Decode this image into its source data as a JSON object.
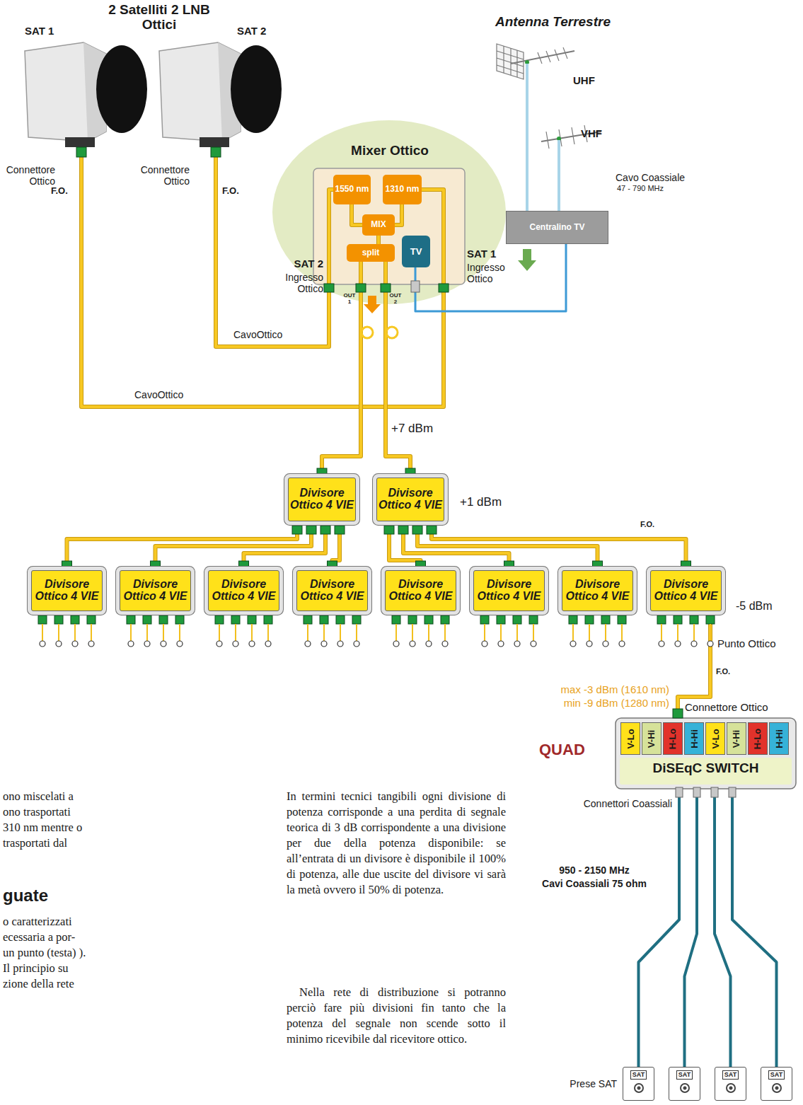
{
  "diagram": {
    "nodes": [
      {
        "text": [
          "SAT 1"
        ]
      },
      {
        "text": [
          "SAT 2"
        ]
      },
      {
        "text": [
          "Mixer Ottico"
        ]
      },
      {
        "text": [
          "1550 nm"
        ],
        "in": 2
      },
      {
        "text": [
          "1310 nm"
        ],
        "in": 2
      },
      {
        "text": [
          "MIX"
        ],
        "in": 2
      },
      {
        "text": [
          "split"
        ],
        "in": 2
      },
      {
        "text": [
          "TV"
        ],
        "in": 2
      },
      {
        "text": [
          "UHF"
        ]
      },
      {
        "text": [
          "VHF"
        ]
      },
      {
        "text": [
          "Centralino TV"
        ]
      },
      {
        "text": [
          "Divisore Ottico 4 VIE"
        ]
      },
      {
        "text": [
          "Divisore Ottico 4 VIE"
        ]
      },
      {
        "text": [
          "Divisore Ottico 4 VIE"
        ]
      },
      {
        "text": [
          "Divisore Ottico 4 VIE"
        ]
      },
      {
        "text": [
          "Divisore Ottico 4 VIE"
        ]
      },
      {
        "text": [
          "Divisore Ottico 4 VIE"
        ]
      },
      {
        "text": [
          "Divisore Ottico 4 VIE"
        ]
      },
      {
        "text": [
          "Divisore Ottico 4 VIE"
        ]
      },
      {
        "text": [
          "Divisore Ottico 4 VIE"
        ]
      },
      {
        "text": [
          "Divisore Ottico 4 VIE"
        ]
      },
      {
        "text": [
          "QUAD",
          "DiSEqC SWITCH"
        ]
      },
      {
        "text": [
          "V-Lo"
        ],
        "in": 21
      },
      {
        "text": [
          "V-Hi"
        ],
        "in": 21
      },
      {
        "text": [
          "H-Lo"
        ],
        "in": 21
      },
      {
        "text": [
          "H-Hi"
        ],
        "in": 21
      },
      {
        "text": [
          "V-Lo"
        ],
        "in": 21
      },
      {
        "text": [
          "V-Hi"
        ],
        "in": 21
      },
      {
        "text": [
          "H-Lo"
        ],
        "in": 21
      },
      {
        "text": [
          "H-Hi"
        ],
        "in": 21
      },
      {
        "text": [
          "SAT"
        ]
      },
      {
        "text": [
          "SAT"
        ]
      },
      {
        "text": [
          "SAT"
        ]
      },
      {
        "text": [
          "SAT"
        ]
      }
    ],
    "edges": [
      {
        "from": 1,
        "to": 3,
        "arrow": "none"
      },
      {
        "from": 0,
        "to": 4,
        "arrow": "none"
      },
      {
        "from": 3,
        "to": 5,
        "arrow": "none"
      },
      {
        "from": 4,
        "to": 5,
        "arrow": "none"
      },
      {
        "from": 5,
        "to": 6,
        "arrow": "none"
      },
      {
        "from": 8,
        "to": 10,
        "arrow": "none"
      },
      {
        "from": 9,
        "to": 10,
        "arrow": "none"
      },
      {
        "from": 10,
        "to": 7,
        "arrow": "none"
      },
      {
        "from": 6,
        "to": 11,
        "arrow": "none"
      },
      {
        "from": 6,
        "to": 12,
        "label": "+7 dBm",
        "arrow": "none"
      },
      {
        "from": 11,
        "to": 13,
        "arrow": "none"
      },
      {
        "from": 11,
        "to": 14,
        "arrow": "none"
      },
      {
        "from": 11,
        "to": 15,
        "arrow": "none"
      },
      {
        "from": 11,
        "to": 16,
        "arrow": "none"
      },
      {
        "from": 12,
        "to": 17,
        "arrow": "none"
      },
      {
        "from": 12,
        "to": 18,
        "arrow": "none"
      },
      {
        "from": 12,
        "to": 19,
        "arrow": "none"
      },
      {
        "from": 12,
        "to": 20,
        "arrow": "none"
      },
      {
        "from": 20,
        "to": 21,
        "arrow": "none"
      },
      {
        "from": 21,
        "to": 30,
        "arrow": "none"
      },
      {
        "from": 21,
        "to": 31,
        "arrow": "none"
      },
      {
        "from": 21,
        "to": 32,
        "arrow": "none"
      },
      {
        "from": 21,
        "to": 33,
        "arrow": "none"
      }
    ],
    "labels": [
      "2 Satelliti 2 LNB Ottici",
      "Connettore Ottico",
      "F.O.",
      "Connettore Ottico",
      "F.O.",
      "Antenna Terrestre",
      "SAT 2",
      "Ingresso Ottico",
      "OUT 1",
      "OUT 2",
      "SAT 1",
      "Ingresso Ottico",
      "Cavo Coassiale",
      "47 - 790 MHz",
      "CavoOttico",
      "CavoOttico",
      "+1 dBm",
      "F.O.",
      "-5 dBm",
      "Punto Ottico",
      "F.O.",
      "max -3 dBm (1610 nm)",
      "min -9 dBm (1280 nm)",
      "Connettore Ottico",
      "Connettori Coassiali",
      "950 - 2150 MHz",
      "Cavi Coassiali 75 ohm",
      "Prese SAT",
      "ono miscelati a ono trasportati 310 nm mentre o trasportati dal",
      "guate",
      "o caratterizzati ecessaria a por- un punto (testa) ). Il principio su zione della rete",
      "In termini tecnici tangibili ogni divisione di potenza corrisponde a una perdita di segnale teorica di 3 dB corrispondente a una divisione per due della potenza disponibile: se all’entrata di un divisore è disponibile il 100% di potenza, alle due uscite del divisore vi sarà la metà ovvero il 50% di potenza.",
      "Nella rete di distribuzione si potranno perciò fare più divisioni fin tanto che la potenza del segnale non scende sotto il minimo ricevibile dal ricevitore ottico."
    ]
  }
}
